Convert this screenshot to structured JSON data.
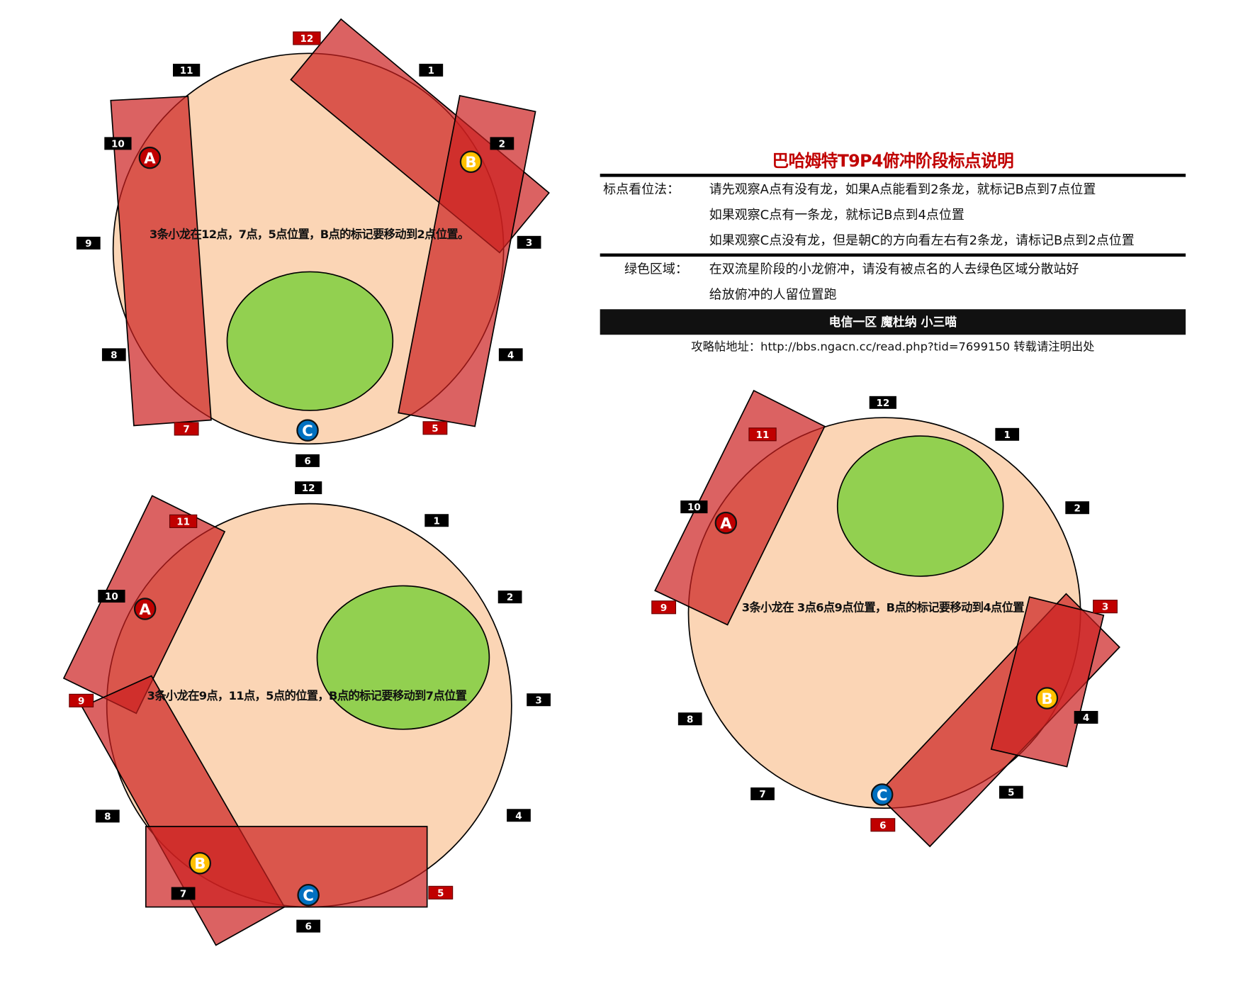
{
  "colors": {
    "arena": "#fbd5b5",
    "green_zone": "#92d050",
    "dragon_zone": "#cc2020",
    "label_black": "#000000",
    "label_red": "#c00000",
    "label_dark_red": "#8b0000",
    "marker_a": "#c00000",
    "marker_b": "#ffc000",
    "marker_c": "#0070c0"
  },
  "panel": {
    "title": "巴哈姆特T9P4俯冲阶段标点说明",
    "marking_label": "标点看位法：",
    "marking_lines": [
      "请先观察A点有没有龙，如果A点能看到2条龙，就标记B点到7点位置",
      "如果观察C点有一条龙，就标记B点到4点位置",
      "如果观察C点没有龙，但是朝C的方向看左右有2条龙，请标记B点到2点位置"
    ],
    "green_label": "绿色区域：",
    "green_lines": [
      "在双流星阶段的小龙俯冲，请没有被点名的人去绿色区域分散站好",
      "给放俯冲的人留位置跑"
    ],
    "author": "电信一区 魔杜纳 小三喵",
    "source": "攻略帖地址：http://bbs.ngacn.cc/read.php?tid=7699150  转载请注明出处"
  },
  "diagrams": [
    {
      "caption": "3条小龙在12点，7点，5点位置，B点的标记要移动到2点位置。",
      "clock_labels": [
        {
          "text": "12",
          "style": "red"
        },
        {
          "text": "1",
          "style": "black"
        },
        {
          "text": "2",
          "style": "black"
        },
        {
          "text": "3",
          "style": "black"
        },
        {
          "text": "4",
          "style": "black"
        },
        {
          "text": "5",
          "style": "red"
        },
        {
          "text": "6",
          "style": "black"
        },
        {
          "text": "7",
          "style": "red"
        },
        {
          "text": "8",
          "style": "black"
        },
        {
          "text": "9",
          "style": "black"
        },
        {
          "text": "10",
          "style": "black"
        },
        {
          "text": "11",
          "style": "black"
        }
      ],
      "markers": [
        {
          "text": "A"
        },
        {
          "text": "B"
        },
        {
          "text": "C"
        }
      ]
    },
    {
      "caption": "3条小龙在9点，11点，5点的位置，B点的标记要移动到7点位置",
      "clock_labels": [
        {
          "text": "12",
          "style": "black"
        },
        {
          "text": "1",
          "style": "black"
        },
        {
          "text": "2",
          "style": "black"
        },
        {
          "text": "3",
          "style": "black"
        },
        {
          "text": "4",
          "style": "black"
        },
        {
          "text": "5",
          "style": "red"
        },
        {
          "text": "6",
          "style": "black"
        },
        {
          "text": "7",
          "style": "black"
        },
        {
          "text": "8",
          "style": "black"
        },
        {
          "text": "9",
          "style": "red"
        },
        {
          "text": "10",
          "style": "black"
        },
        {
          "text": "11",
          "style": "red"
        }
      ],
      "markers": [
        {
          "text": "A"
        },
        {
          "text": "B"
        },
        {
          "text": "C"
        }
      ]
    },
    {
      "caption": "3条小龙在   3点6点9点位置，B点的标记要移动到4点位置",
      "clock_labels": [
        {
          "text": "12",
          "style": "black"
        },
        {
          "text": "1",
          "style": "black"
        },
        {
          "text": "2",
          "style": "black"
        },
        {
          "text": "3",
          "style": "red"
        },
        {
          "text": "4",
          "style": "black"
        },
        {
          "text": "5",
          "style": "black"
        },
        {
          "text": "6",
          "style": "red"
        },
        {
          "text": "7",
          "style": "black"
        },
        {
          "text": "8",
          "style": "black"
        },
        {
          "text": "9",
          "style": "red"
        },
        {
          "text": "10",
          "style": "black"
        },
        {
          "text": "11",
          "style": "red"
        }
      ],
      "markers": [
        {
          "text": "A"
        },
        {
          "text": "B"
        },
        {
          "text": "C"
        }
      ]
    }
  ]
}
